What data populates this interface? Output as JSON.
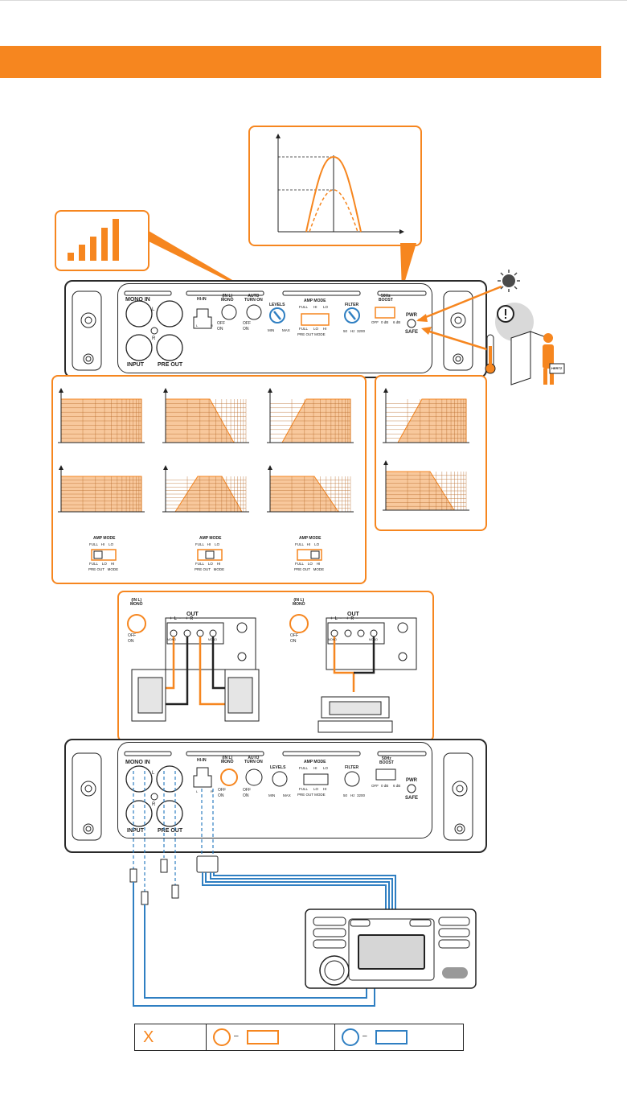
{
  "colors": {
    "accent": "#f6861f",
    "blue": "#2f7fc2",
    "dark": "#222222"
  },
  "amp_top": {
    "labels": {
      "mono_in": "MONO IN",
      "l": "L",
      "r": "R",
      "input": "INPUT",
      "pre_out": "PRE OUT",
      "hi_in": "HI-IN",
      "hi_l": "L",
      "hi_r": "R",
      "mono_switch": "(IN L)\nMONO",
      "off": "OFF",
      "on": "ON",
      "auto_turn_on": "AUTO\nTURN ON",
      "levels": "LEVELS",
      "min": "MIN",
      "max": "MAX",
      "amp_mode": "AMP MODE",
      "full": "FULL",
      "hi": "HI",
      "lo": "LO",
      "pre_out_mode": "PRE OUT  MODE",
      "filter": "FILTER",
      "filter_50": "50",
      "filter_hz": "Hz",
      "filter_3200": "3200",
      "boost_title": "50Hz\nBOOST",
      "boost_off": "OFF",
      "boost_0": "0 dB",
      "boost_6": "6 dB",
      "pwr": "PWR",
      "safe": "SAFE"
    }
  },
  "amp_mode_switches": [
    {
      "top": "AMP MODE",
      "top_row": "FULL   HI    LO",
      "bottom_row": "FULL    LO    HI",
      "bottom_caption": "PRE OUT   MODE"
    },
    {
      "top": "AMP MODE",
      "top_row": "FULL   HI    LO",
      "bottom_row": "FULL    LO    HI",
      "bottom_caption": "PRE OUT   MODE"
    },
    {
      "top": "AMP MODE",
      "top_row": "FULL   HI    LO",
      "bottom_row": "FULL    LO    HI",
      "bottom_caption": "PRE OUT   MODE"
    }
  ],
  "wiring": {
    "mono_label": "(IN L)\nMONO",
    "off": "OFF",
    "on": "ON",
    "out": "OUT",
    "polarity": "+  L  –    +  R  –",
    "mono_tag": "MONO"
  },
  "device_label": "HERTZ",
  "legend": {
    "x_mark": "X",
    "dash": "–"
  }
}
